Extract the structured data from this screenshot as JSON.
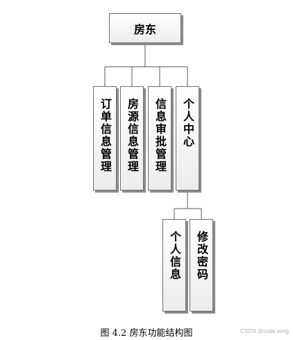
{
  "root": {
    "label": "房东"
  },
  "level1": [
    {
      "label": "订单信息管理"
    },
    {
      "label": "房源信息管理"
    },
    {
      "label": "信息审批管理"
    },
    {
      "label": "个人中心"
    }
  ],
  "level2": [
    {
      "label": "个人信息"
    },
    {
      "label": "修改密码"
    }
  ],
  "caption": "图 4.2 房东功能结构图",
  "watermark": "CSDN @code.song"
}
